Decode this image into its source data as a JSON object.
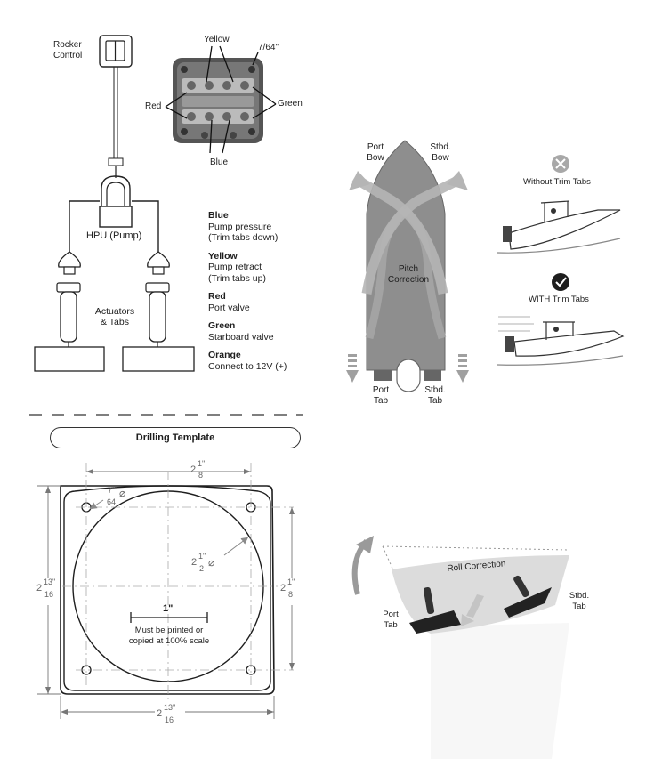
{
  "wiring": {
    "rocker_label": "Rocker\nControl",
    "hpu_label": "HPU (Pump)",
    "actuators_label": "Actuators\n& Tabs",
    "connector": {
      "yellow": "Yellow",
      "size": "7/64\"",
      "red": "Red",
      "green": "Green",
      "blue": "Blue"
    }
  },
  "legend": [
    {
      "color": "Blue",
      "lines": [
        "Pump pressure",
        "(Trim tabs down)"
      ]
    },
    {
      "color": "Yellow",
      "lines": [
        "Pump retract",
        "(Trim tabs up)"
      ]
    },
    {
      "color": "Red",
      "lines": [
        "Port valve"
      ]
    },
    {
      "color": "Green",
      "lines": [
        "Starboard valve"
      ]
    },
    {
      "color": "Orange",
      "lines": [
        "Connect to 12V (+)"
      ]
    }
  ],
  "pitch": {
    "port_bow": "Port\nBow",
    "stbd_bow": "Stbd.\nBow",
    "center": "Pitch\nCorrection",
    "port_tab": "Port\nTab",
    "stbd_tab": "Stbd.\nTab"
  },
  "comparison": {
    "without": "Without Trim Tabs",
    "with": "WITH Trim Tabs"
  },
  "template": {
    "title": "Drilling Template",
    "top_dim": {
      "whole": "2",
      "num": "1\"",
      "den": "8"
    },
    "hole_dim": {
      "whole": "",
      "num": "7\"",
      "den": "64"
    },
    "circle_dim": {
      "whole": "2",
      "num": "1\"",
      "den": "2"
    },
    "left_dim": {
      "whole": "2",
      "num": "13\"",
      "den": "16"
    },
    "right_dim": {
      "whole": "2",
      "num": "1\"",
      "den": "8"
    },
    "bottom_dim": {
      "whole": "2",
      "num": "13\"",
      "den": "16"
    },
    "scale_label": "1\"",
    "scale_note": "Must be printed or\ncopied at 100% scale"
  },
  "roll": {
    "label": "Roll Correction",
    "port_tab": "Port\nTab",
    "stbd_tab": "Stbd.\nTab"
  },
  "colors": {
    "ink": "#1e1e1e",
    "hull": "#8c8c8c",
    "hull_light": "#dcdcdc",
    "dim": "#777777"
  }
}
